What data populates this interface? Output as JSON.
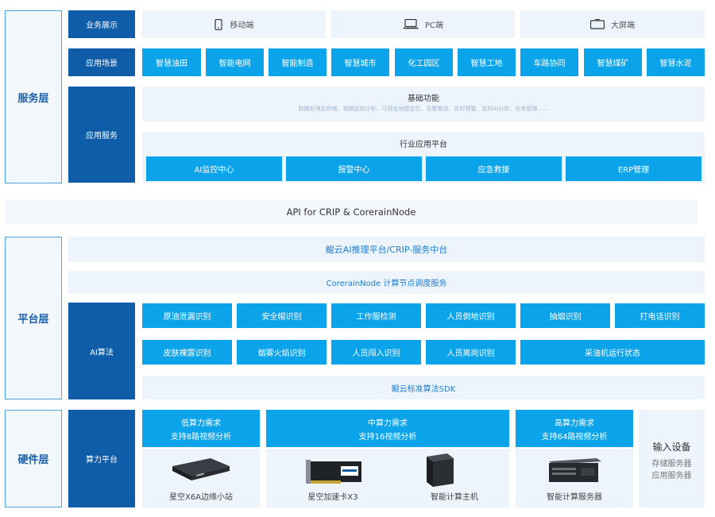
{
  "service_layer": {
    "title": "服务层",
    "display": {
      "label": "业务展示",
      "items": [
        {
          "icon": "mobile-icon",
          "label": "移动端"
        },
        {
          "icon": "laptop-icon",
          "label": "PC端"
        },
        {
          "icon": "monitor-icon",
          "label": "大屏端"
        }
      ]
    },
    "scenarios": {
      "label": "应用场景",
      "items": [
        "智慧油田",
        "智能电网",
        "智能制造",
        "智慧城市",
        "化工园区",
        "智慧工地",
        "车路协同",
        "智慧煤矿",
        "智慧水泥"
      ]
    },
    "services": {
      "label": "应用服务",
      "basic_title": "基础功能",
      "basic_desc": "数据处理及存储、视频监控分析、可视化地图定位、告警推送、实时预警、实时AI分析、任务管理……",
      "platform_title": "行业应用平台",
      "platform_items": [
        "AI监控中心",
        "报警中心",
        "应急救援",
        "ERP管理"
      ]
    }
  },
  "api_bar": "API for CRIP & CorerainNode",
  "platform_layer": {
    "title": "平台层",
    "crip": "鲲云AI推理平台/CRIP-服务中台",
    "node": "CorerainNode 计算节点调度服务",
    "ai_label": "AI算法",
    "algos_row1": [
      "原油泄漏识别",
      "安全帽识别",
      "工作服检测",
      "人员倒地识别",
      "抽烟识别",
      "打电话识别"
    ],
    "algos_row2": [
      "皮肤裸露识别",
      "烟雾火焰识别",
      "人员闯入识别",
      "人员离岗识别",
      "采油机运行状态"
    ],
    "sdk": "鲲云标准算法SDK"
  },
  "hardware_layer": {
    "title": "硬件层",
    "compute_label": "算力平台",
    "low": {
      "title": "低算力需求",
      "desc": "支持8路视频分析",
      "devices": [
        "星空X6A边缘小站"
      ]
    },
    "mid": {
      "title": "中算力需求",
      "desc": "支持16视频分析",
      "devices": [
        "星空加速卡X3",
        "智能计算主机"
      ]
    },
    "high": {
      "title": "高算力需求",
      "desc": "支持64路视频分析",
      "devices": [
        "智能计算服务器"
      ]
    },
    "input": {
      "title": "输入设备",
      "items": [
        "存储服务器",
        "应用服务器"
      ]
    }
  },
  "colors": {
    "dark_blue": "#0f5ca8",
    "bright_blue": "#0ba3ea",
    "pale": "#eef4fb",
    "border": "#4da3e0"
  }
}
